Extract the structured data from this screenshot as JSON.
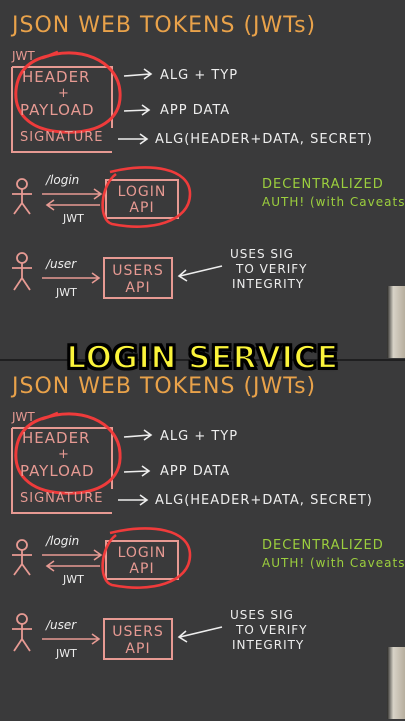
{
  "overlay": {
    "title": "LOGIN SERVICE"
  },
  "panels": [
    {
      "title": "JSON WEB TOKENS (JWTs)",
      "jwt_label": "JWT",
      "header_label": "HEADER",
      "plus": "+",
      "payload_label": "PAYLOAD",
      "signature_label": "SIGNATURE",
      "annot_header": "ALG + TYP",
      "annot_payload": "APP DATA",
      "annot_signature": "ALG(HEADER+DATA, SECRET)",
      "login_path": "/login",
      "jwt_return": "JWT",
      "login_api_line1": "LOGIN",
      "login_api_line2": "API",
      "decentralized_line1": "DECENTRALIZED",
      "decentralized_line2": "AUTH! (with Caveats)",
      "user_path": "/user",
      "jwt_send": "JWT",
      "users_api_line1": "USERS",
      "users_api_line2": "API",
      "sig_note_line1": "USES SIG",
      "sig_note_line2": "TO VERIFY",
      "sig_note_line3": "INTEGRITY"
    },
    {
      "title": "JSON WEB TOKENS (JWTs)",
      "jwt_label": "JWT",
      "header_label": "HEADER",
      "plus": "+",
      "payload_label": "PAYLOAD",
      "signature_label": "SIGNATURE",
      "annot_header": "ALG + TYP",
      "annot_payload": "APP DATA",
      "annot_signature": "ALG(HEADER+DATA, SECRET)",
      "login_path": "/login",
      "jwt_return": "JWT",
      "login_api_line1": "LOGIN",
      "login_api_line2": "API",
      "decentralized_line1": "DECENTRALIZED",
      "decentralized_line2": "AUTH! (with Caveats)",
      "user_path": "/user",
      "jwt_send": "JWT",
      "users_api_line1": "USERS",
      "users_api_line2": "API",
      "sig_note_line1": "USES SIG",
      "sig_note_line2": "TO VERIFY",
      "sig_note_line3": "INTEGRITY"
    }
  ],
  "colors": {
    "background": "#3a3a3b",
    "title_orange": "#e9a24a",
    "pink": "#e79a93",
    "red_circle": "#ef3b3b",
    "white_chalk": "#eeeeee",
    "green": "#9ccf3e",
    "overlay_yellow": "#fbf43a"
  }
}
